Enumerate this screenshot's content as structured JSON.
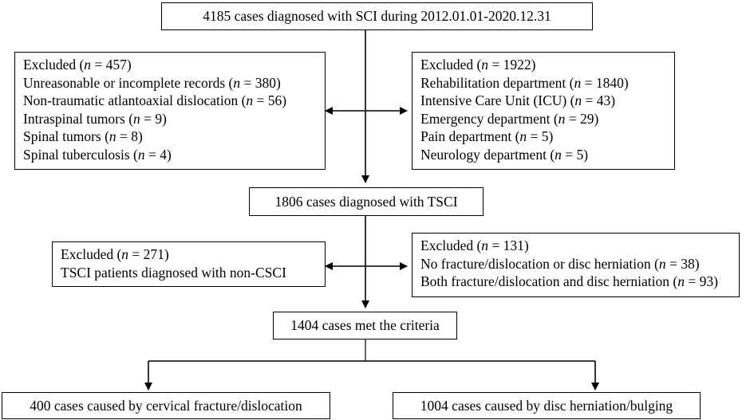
{
  "boxes": {
    "initial": "4185 cases diagnosed with SCI during 2012.01.01-2020.12.31",
    "excluded_left_1": {
      "title": "Excluded (n = 457)",
      "items": [
        "Unreasonable or incomplete records (n = 380)",
        "Non-traumatic atlantoaxial dislocation (n = 56)",
        "Intraspinal tumors (n = 9)",
        "Spinal tumors (n = 8)",
        "Spinal tuberculosis (n = 4)"
      ]
    },
    "excluded_right_1": {
      "title": "Excluded (n = 1922)",
      "items": [
        "Rehabilitation department (n = 1840)",
        "Intensive Care Unit (ICU) (n = 43)",
        "Emergency department (n = 29)",
        "Pain department (n = 5)",
        "Neurology department (n = 5)"
      ]
    },
    "tsci": "1806 cases diagnosed with TSCI",
    "excluded_left_2": {
      "title": "Excluded (n = 271)",
      "items": [
        "TSCI patients diagnosed with non-CSCI"
      ]
    },
    "excluded_right_2": {
      "title": "Excluded (n = 131)",
      "items": [
        "No fracture/dislocation or disc herniation (n = 38)",
        "Both fracture/dislocation and disc herniation (n = 93)"
      ]
    },
    "met_criteria": "1404 cases met the criteria",
    "fracture": "400 cases caused by cervical fracture/dislocation",
    "herniation": "1004 cases caused by disc herniation/bulging"
  },
  "colors": {
    "line": "#000000",
    "box_border": "#000000",
    "background": "#ffffff"
  }
}
